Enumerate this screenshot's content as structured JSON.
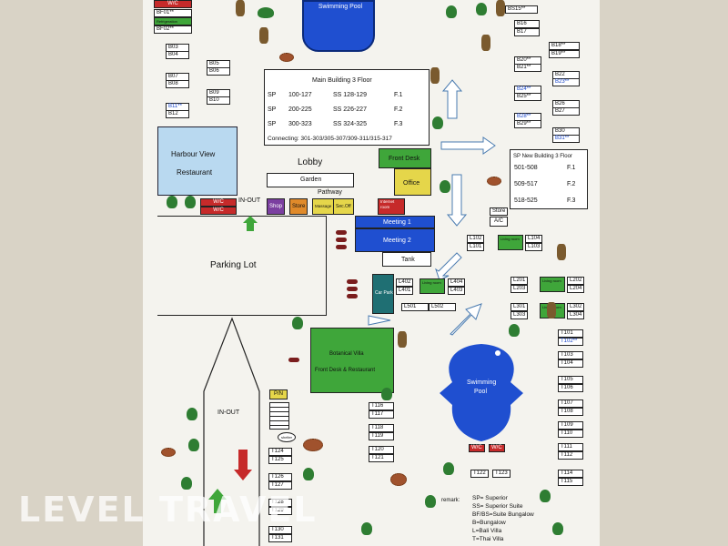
{
  "top_pool": {
    "label": "Swimming Pool"
  },
  "bf_wing": {
    "wc": "W/C",
    "rooms": [
      "BF01**",
      "Refrigeration",
      "BF02**"
    ]
  },
  "left_bungalows": [
    {
      "a": "B03",
      "b": "B04"
    },
    {
      "a": "B05",
      "b": "B06",
      "right": true
    },
    {
      "a": "B07",
      "b": "B08"
    },
    {
      "a": "B09",
      "b": "B10",
      "right": true
    },
    {
      "a": "B11**",
      "b": "B12",
      "a_blue": true
    }
  ],
  "right_bungalows": [
    {
      "a": "BS15**",
      "b": null
    },
    {
      "a": "B16",
      "b": "B17"
    },
    {
      "a": "B18**",
      "b": "B19**"
    },
    {
      "a": "B20**",
      "b": "B21**"
    },
    {
      "a": "B22",
      "b": "B23**",
      "b_blue": true
    },
    {
      "a": "B24**",
      "b": "B25**",
      "a_blue": true
    },
    {
      "a": "B26",
      "b": "B27"
    },
    {
      "a": "B28**",
      "b": "B29**",
      "a_blue": true
    },
    {
      "a": "B30",
      "b": "B31**",
      "b_blue": true
    }
  ],
  "main_building": {
    "title": "Main Building 3 Floor",
    "rows": [
      {
        "sp": "SP",
        "range": "100-127",
        "ss": "SS 128-129",
        "floor": "F.1"
      },
      {
        "sp": "SP",
        "range": "200-225",
        "ss": "SS 226-227",
        "floor": "F.2"
      },
      {
        "sp": "SP",
        "range": "300-323",
        "ss": "SS 324-325",
        "floor": "F.3"
      }
    ],
    "connecting": "Connecting: 301-303/305-307/309-311/315-317"
  },
  "new_building": {
    "title": "SP New Building 3 Floor",
    "rows": [
      {
        "range": "501-508",
        "floor": "F.1"
      },
      {
        "range": "509-517",
        "floor": "F.2"
      },
      {
        "range": "518-525",
        "floor": "F.3"
      }
    ],
    "store": "Store",
    "ac": "A/C"
  },
  "harbour": {
    "line1": "Harbour View",
    "line2": "Restaurant"
  },
  "lobby": "Lobby",
  "garden": "Garden",
  "pathway": "Pathway",
  "in_out_top": "IN-OUT",
  "wc_pair": [
    "W/C",
    "W/C"
  ],
  "shops": [
    "Shop",
    "Store",
    "Massage",
    "Sec.Off"
  ],
  "front_desk": "Front Desk",
  "office": "Office",
  "internet": "Internet room",
  "meeting1": "Meeting 1",
  "meeting2": "Meeting 2",
  "tank": "Tank",
  "parking": "Parking Lot",
  "in_out_road": "IN-OUT",
  "car_park": "Car Park",
  "l_villas": {
    "left": [
      {
        "a": "L102",
        "b": "L104",
        "c": "L101",
        "d": "L103"
      }
    ],
    "mid": [
      {
        "a": "L402",
        "b": "L404",
        "c": "L401",
        "d": "L403"
      }
    ],
    "right": [
      {
        "a": "L201",
        "b": "L202",
        "c": "L203",
        "d": "L204"
      },
      {
        "a": "L301",
        "b": "L302",
        "c": "L303",
        "d": "L304"
      }
    ],
    "pair": [
      "L501",
      "L502"
    ],
    "living": "Living room"
  },
  "botanical": {
    "line1": "Botanical Villa",
    "line2": "Front Desk & Restaurant"
  },
  "pin": "P/N",
  "shelter": "shelter",
  "t_mid": [
    "T116",
    "T117",
    "T118",
    "T119",
    "T120",
    "T121"
  ],
  "t_left": [
    "T124",
    "T125",
    "T126",
    "T127",
    "T128",
    "T129",
    "T130",
    "T131"
  ],
  "t_right": [
    "T101",
    "T102**",
    "T103",
    "T104",
    "T105",
    "T106",
    "T107",
    "T108",
    "T109",
    "T110",
    "T111",
    "T112",
    "T114",
    "T115"
  ],
  "t_bottom": [
    "T122",
    "T123"
  ],
  "fish_pool": {
    "line1": "Swimming",
    "line2": "Pool"
  },
  "remark": {
    "title": "remark:",
    "lines": [
      "SP= Superior",
      "SS= Superior Suite",
      "BF/BS=Suite Bungalow",
      "B=Bungalow",
      "L=Bali Villa",
      "T=Thai Villa"
    ]
  },
  "watermark": "LEVEL TRAVEL",
  "colors": {
    "pool": "#1f4fd0",
    "green": "#3fa63a",
    "red": "#c62a2a",
    "yellow": "#e5d64a",
    "purple": "#7b3fa0",
    "orange": "#e08a2a",
    "teal": "#1f6f73",
    "light_blue": "#b9d9f0"
  }
}
